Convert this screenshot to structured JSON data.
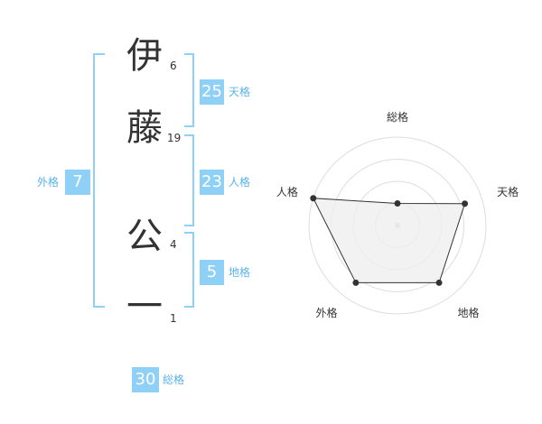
{
  "name": {
    "characters": [
      {
        "char": "伊",
        "strokes": "6"
      },
      {
        "char": "藤",
        "strokes": "19"
      },
      {
        "char": "公",
        "strokes": "4"
      },
      {
        "char": "一",
        "strokes": "1"
      }
    ]
  },
  "fortune": {
    "tenkaku": {
      "value": "25",
      "label": "天格"
    },
    "jinkaku": {
      "value": "23",
      "label": "人格"
    },
    "chikaku": {
      "value": "5",
      "label": "地格"
    },
    "gaikaku": {
      "value": "7",
      "label": "外格"
    },
    "soukaku": {
      "value": "30",
      "label": "総格"
    }
  },
  "chart_data": {
    "type": "radar",
    "axes": [
      "総格",
      "天格",
      "地格",
      "外格",
      "人格"
    ],
    "values": [
      0.25,
      0.8,
      0.8,
      0.8,
      1.0
    ],
    "range": [
      0,
      1
    ],
    "rings": 4,
    "colors": {
      "fill": "#efefef",
      "stroke": "#333333",
      "ring": "#dddddd",
      "bracket": "#8fd0f7",
      "accent": "#8fd0f7",
      "label": "#5ab3e8"
    }
  }
}
